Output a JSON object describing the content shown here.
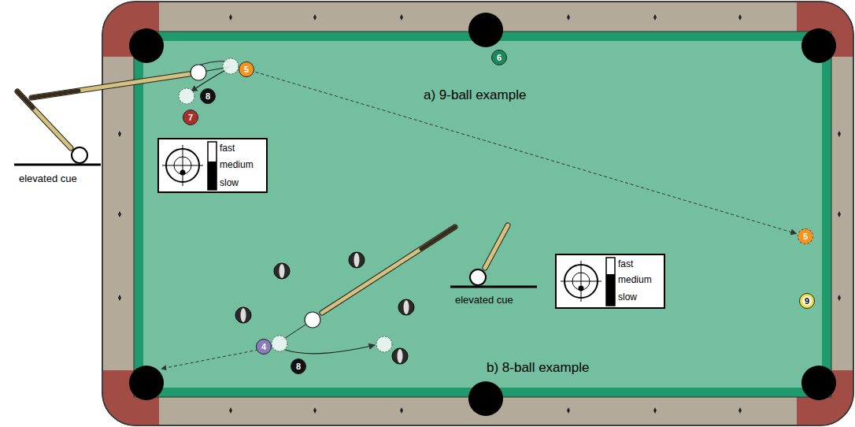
{
  "diagram": {
    "nodes": [
      {
        "text": [
          "5"
        ]
      },
      {
        "text": [
          "6"
        ]
      },
      {
        "text": [
          "8"
        ]
      },
      {
        "text": [
          "7"
        ]
      },
      {
        "text": [
          "fast",
          "medium",
          "slow"
        ]
      },
      {
        "text": [
          "5"
        ]
      },
      {
        "text": [
          "fast",
          "medium",
          "slow"
        ]
      },
      {
        "text": [
          "9"
        ]
      },
      {
        "text": [
          "4"
        ]
      },
      {
        "text": [
          "8"
        ]
      }
    ],
    "edges": [
      {
        "from": 0,
        "to": 5,
        "arrow": "to"
      }
    ],
    "labels": [
      "a) 9-ball example",
      "elevated cue",
      "elevated cue",
      "b) 8-ball example"
    ]
  }
}
